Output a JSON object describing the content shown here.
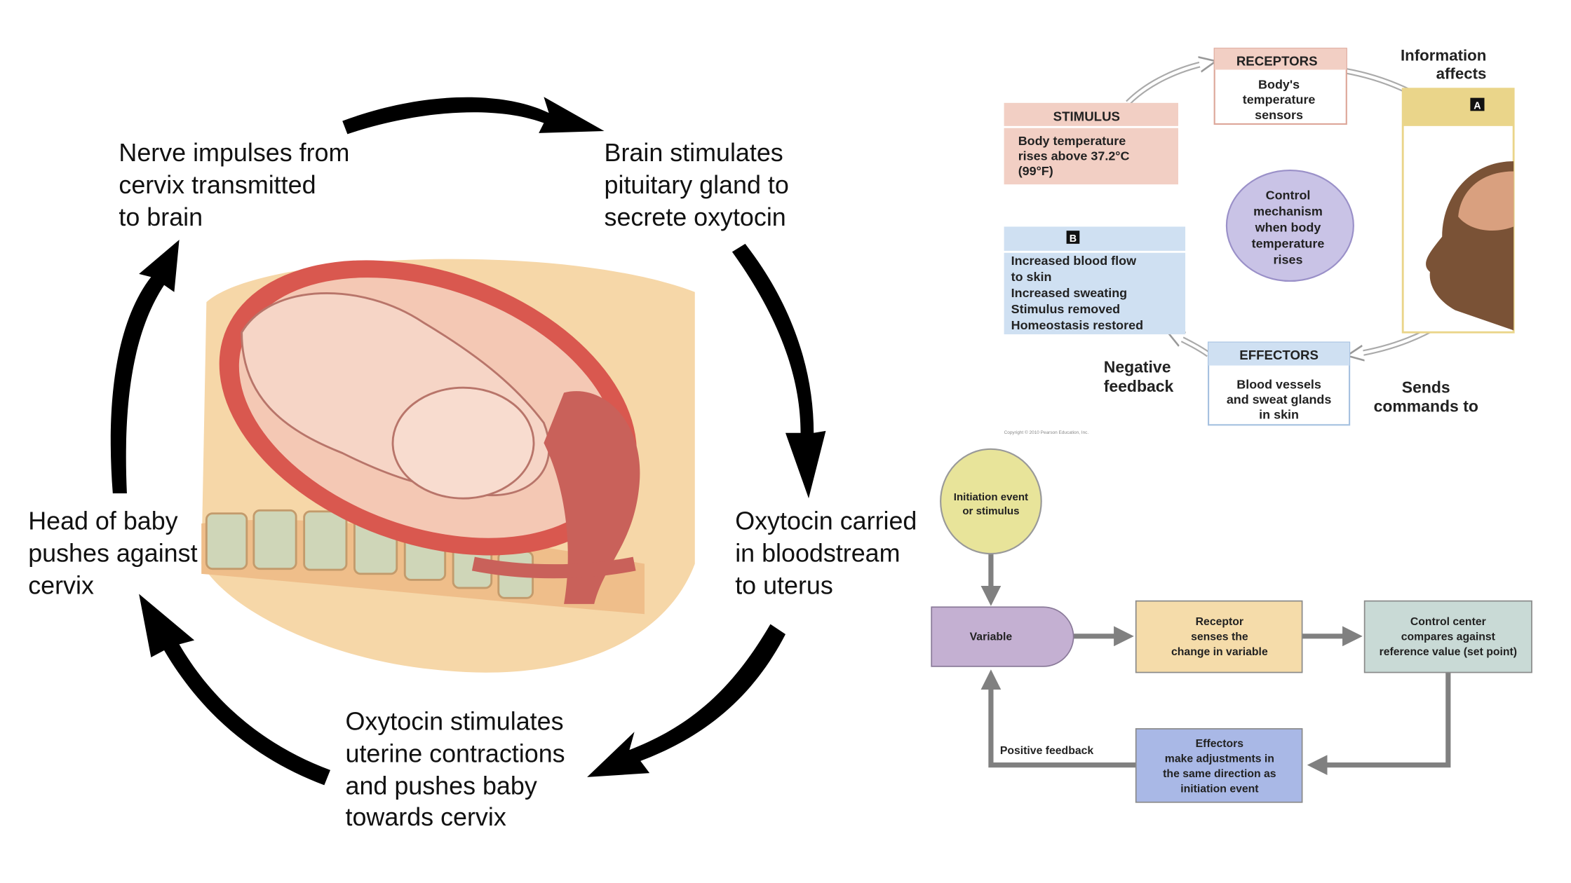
{
  "labor_cycle": {
    "steps": [
      {
        "lines": [
          "Nerve impulses from",
          "cervix transmitted",
          "to brain"
        ]
      },
      {
        "lines": [
          "Brain stimulates",
          "pituitary gland to",
          "secrete oxytocin"
        ]
      },
      {
        "lines": [
          "Oxytocin carried",
          "in bloodstream",
          "to uterus"
        ]
      },
      {
        "lines": [
          "Oxytocin stimulates",
          "uterine contractions",
          "and pushes baby",
          "towards cervix"
        ]
      },
      {
        "lines": [
          "Head of baby",
          "pushes against",
          "cervix"
        ]
      }
    ]
  },
  "negative_feedback": {
    "stimulus": {
      "title": "STIMULUS",
      "lines": [
        "Body temperature",
        "rises above  37.2°C",
        "(99°F)"
      ]
    },
    "receptors": {
      "title": "RECEPTORS",
      "lines": [
        "Body's",
        "temperature",
        "sensors"
      ]
    },
    "information_affects": [
      "Information",
      "affects"
    ],
    "panel_a": "A",
    "panel_b": "B",
    "control": [
      "Control",
      "mechanism",
      "when body",
      "temperature",
      "rises"
    ],
    "result": [
      "Increased blood flow",
      "to skin",
      "Increased sweating",
      "Stimulus removed",
      "Homeostasis restored"
    ],
    "effectors": {
      "title": "EFFECTORS",
      "lines": [
        "Blood vessels",
        "and sweat glands",
        "in skin"
      ]
    },
    "negative_feedback": [
      "Negative",
      "feedback"
    ],
    "sends_commands": [
      "Sends",
      "commands to"
    ],
    "copyright": "Copyright © 2010 Pearson Education, Inc."
  },
  "positive_feedback": {
    "initiation": [
      "Initiation event",
      "or stimulus"
    ],
    "variable": "Variable",
    "receptor": [
      "Receptor",
      "senses the",
      "change in variable"
    ],
    "control_center": [
      "Control center",
      "compares against",
      "reference value (set point)"
    ],
    "effectors": [
      "Effectors",
      "make adjustments in",
      "the same direction as",
      "initiation event"
    ],
    "positive_feedback": "Positive feedback"
  },
  "colors": {
    "stimulus": "#f2cfc4",
    "receptors_header": "#f2cfc4",
    "control": "#c9c3e6",
    "result": "#cfe0f2",
    "effectors_header": "#cfe0f2",
    "panel_a": "#ead58a",
    "initiation": "#e8e49a",
    "variable": "#c4b0d2",
    "receptor": "#f5dcaa",
    "control_center": "#c9dad6",
    "effectors_box": "#a9b8e6",
    "arrow_gray": "#808080"
  }
}
